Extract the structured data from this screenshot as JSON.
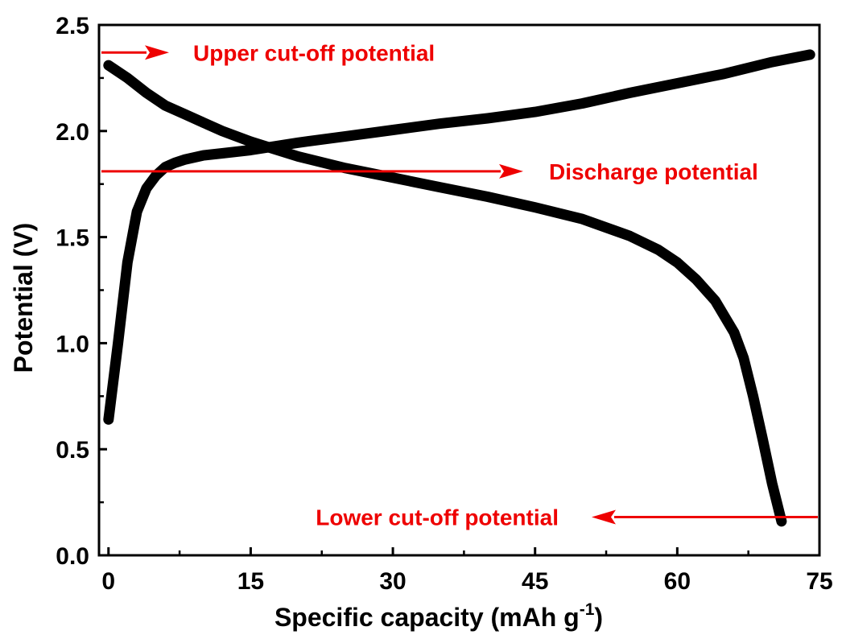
{
  "chart_data": {
    "type": "line",
    "xlabel": "Specific capacity (mAh g",
    "xlabel_sup": "-1",
    "xlabel_end": ")",
    "ylabel": "Potential (V)",
    "xlim": [
      -1,
      75
    ],
    "ylim": [
      0,
      2.5
    ],
    "xticks": [
      0,
      15,
      30,
      45,
      60,
      75
    ],
    "yticks": [
      0.0,
      0.5,
      1.0,
      1.5,
      2.0,
      2.5
    ],
    "xtick_labels": [
      "0",
      "15",
      "30",
      "45",
      "60",
      "75"
    ],
    "ytick_labels": [
      "0.0",
      "0.5",
      "1.0",
      "1.5",
      "2.0",
      "2.5"
    ],
    "grid": false,
    "line_color": "#000000",
    "annotation_color": "#ee0000",
    "series": [
      {
        "values": [
          [
            0,
            0.64
          ],
          [
            1,
            1.0
          ],
          [
            2,
            1.38
          ],
          [
            3,
            1.62
          ],
          [
            4,
            1.73
          ],
          [
            5,
            1.79
          ],
          [
            6,
            1.83
          ],
          [
            7,
            1.85
          ],
          [
            8,
            1.865
          ],
          [
            10,
            1.885
          ],
          [
            12,
            1.895
          ],
          [
            15,
            1.91
          ],
          [
            20,
            1.945
          ],
          [
            25,
            1.975
          ],
          [
            30,
            2.005
          ],
          [
            35,
            2.035
          ],
          [
            40,
            2.06
          ],
          [
            45,
            2.09
          ],
          [
            50,
            2.13
          ],
          [
            55,
            2.18
          ],
          [
            60,
            2.225
          ],
          [
            65,
            2.27
          ],
          [
            70,
            2.325
          ],
          [
            74,
            2.36
          ]
        ]
      },
      {
        "values": [
          [
            0,
            2.31
          ],
          [
            2,
            2.25
          ],
          [
            4,
            2.18
          ],
          [
            6,
            2.12
          ],
          [
            8,
            2.08
          ],
          [
            10,
            2.04
          ],
          [
            12,
            2.0
          ],
          [
            15,
            1.95
          ],
          [
            20,
            1.88
          ],
          [
            25,
            1.825
          ],
          [
            30,
            1.78
          ],
          [
            35,
            1.735
          ],
          [
            40,
            1.69
          ],
          [
            45,
            1.64
          ],
          [
            50,
            1.585
          ],
          [
            55,
            1.505
          ],
          [
            58,
            1.44
          ],
          [
            60,
            1.38
          ],
          [
            62,
            1.3
          ],
          [
            64,
            1.2
          ],
          [
            66,
            1.05
          ],
          [
            67,
            0.93
          ],
          [
            68,
            0.75
          ],
          [
            69,
            0.55
          ],
          [
            70,
            0.34
          ],
          [
            71,
            0.16
          ]
        ]
      }
    ],
    "annotations": [
      {
        "text": "Upper cut-off potential",
        "y": 2.37
      },
      {
        "text": "Discharge potential",
        "y": 1.81
      },
      {
        "text": "Lower cut-off potential",
        "y": 0.18
      }
    ]
  }
}
